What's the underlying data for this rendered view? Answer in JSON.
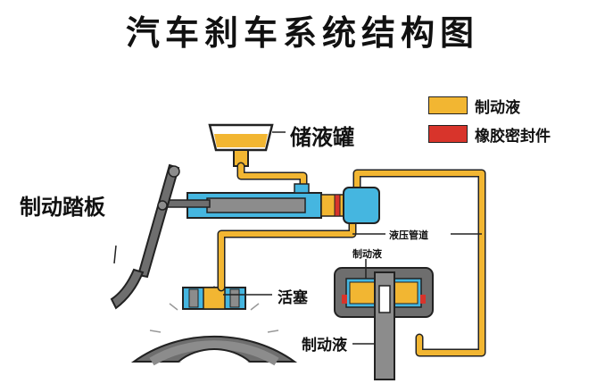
{
  "title": "汽车刹车系统结构图",
  "legend": {
    "items": [
      {
        "label": "制动液",
        "color": "#F2B632"
      },
      {
        "label": "橡胶密封件",
        "color": "#D8342B"
      }
    ]
  },
  "labels": {
    "reservoir": "储液罐",
    "brake_pedal": "制动踏板",
    "hydraulic_line": "液压管道",
    "fluid_caliper": "制动液",
    "piston": "活塞",
    "fluid_drum": "制动液"
  },
  "colors": {
    "fluid": "#F2B632",
    "seal": "#D8342B",
    "cylinder": "#45B6E0",
    "metal": "#8C8C8C",
    "dark_metal": "#6E6E6E",
    "outline": "#222222"
  }
}
